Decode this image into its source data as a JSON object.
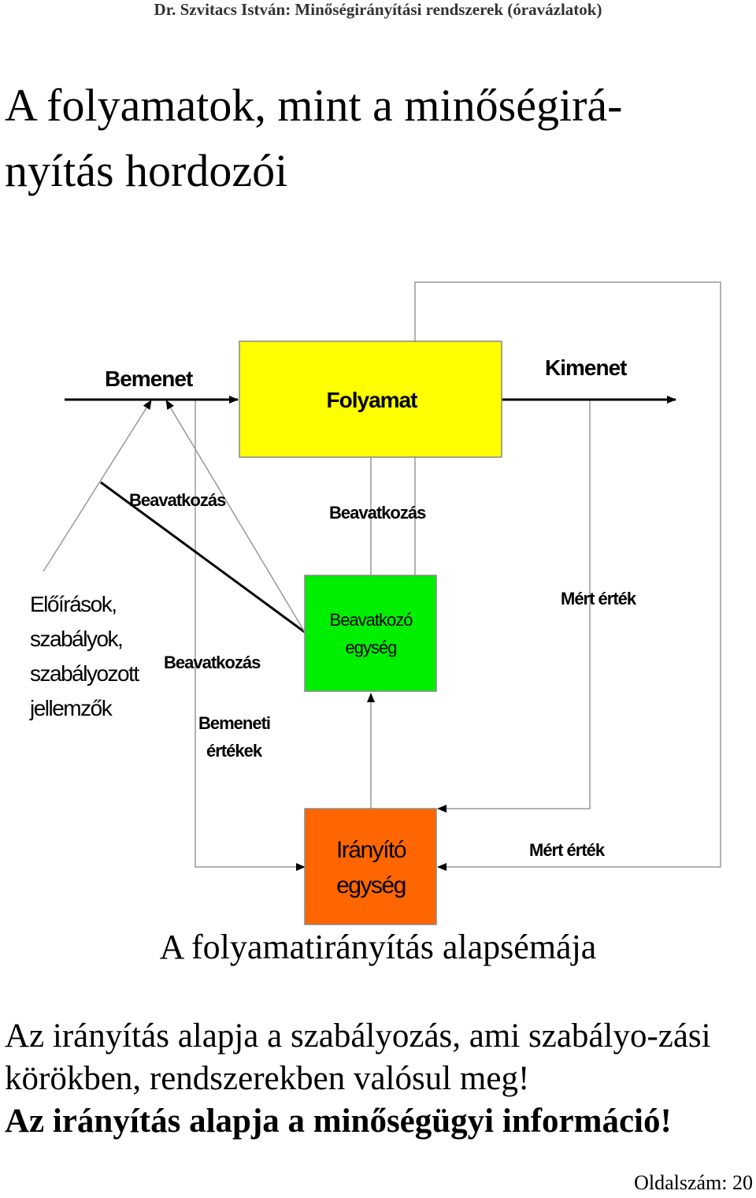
{
  "header": "Dr. Szvitacs István: Minőségirányítási rendszerek (óravázlatok)",
  "title_line1": "A folyamatok, mint a minőségirá-",
  "title_line2": "nyítás hordozói",
  "diagram": {
    "bemenet": "Bemenet",
    "folyamat": "Folyamat",
    "kimenet": "Kimenet",
    "beavatkozas_left": "Beavatkozás",
    "beavatkozas_center": "Beavatkozás",
    "beavatkozas_mid": "Beavatkozás",
    "eloirasok_1": "Előírások,",
    "eloirasok_2": "szabályok,",
    "eloirasok_3": "szabályozott",
    "eloirasok_4": "jellemzők",
    "beavatkozo_1": "Beavatkozó",
    "beavatkozo_2": "egység",
    "mert_ertek_top": "Mért érték",
    "bemeneti_1": "Bemeneti",
    "bemeneti_2": "értékek",
    "iranyito_1": "Irányító",
    "iranyito_2": "egység",
    "mert_ertek_bottom": "Mért érték",
    "colors": {
      "folyamat": "#ffff00",
      "beavatkozo": "#00ee00",
      "iranyito": "#ff6600"
    }
  },
  "caption": "A folyamatirányítás alapsémája",
  "para1": "Az irányítás alapja a szabályozás, ami szabályo-zási körökben, rendszerekben valósul meg!",
  "para2": "Az irányítás alapja a minőségügyi információ!",
  "page_number": "Oldalszám: 20"
}
